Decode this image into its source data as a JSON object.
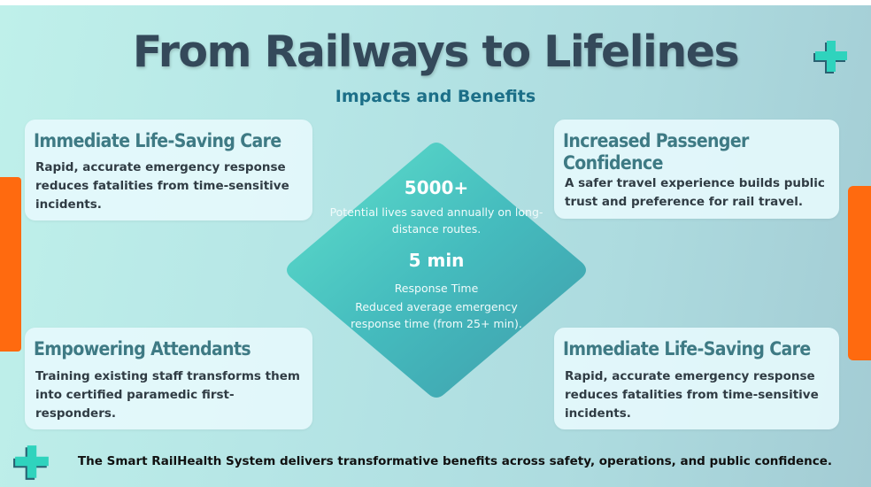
{
  "header": {
    "title": "From Railways to Lifelines",
    "subtitle": "Impacts and Benefits"
  },
  "cards": [
    {
      "title": "Immediate Life-Saving Care",
      "text": "Rapid, accurate emergency response reduces fatalities from time-sensitive incidents."
    },
    {
      "title": "Increased Passenger Confidence",
      "text": "A safer travel experience builds public trust and preference for rail travel."
    },
    {
      "title": "Empowering Attendants",
      "text": "Training existing staff transforms them into certified paramedic first-responders."
    },
    {
      "title": "Immediate Life-Saving Care",
      "text": "Rapid, accurate emergency response reduces fatalities from time-sensitive incidents."
    }
  ],
  "center": {
    "stat1_value": "5000+",
    "stat1_desc": "Potential lives saved annually on long-distance routes.",
    "stat2_value": "5 min",
    "stat2_label": "Response Time",
    "stat2_desc": "Reduced average emergency response time (from 25+ min)."
  },
  "footer": {
    "text": "The Smart RailHealth System delivers transformative benefits across safety, operations, and public confidence."
  },
  "colors": {
    "title": "#34495a",
    "subtitle": "#1c6f88",
    "card_heading": "#3e7a84",
    "accent_orange": "#ff6a0f",
    "plus_teal": "#2fd3bd",
    "plus_shadow": "#2a6172"
  },
  "icons": [
    "medical-plus-icon",
    "medical-plus-icon"
  ]
}
